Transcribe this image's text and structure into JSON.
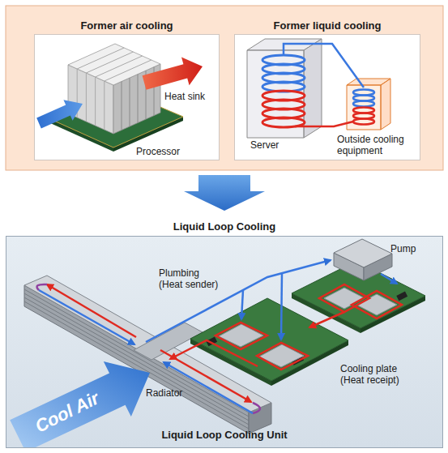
{
  "diagram": {
    "caption": "Liquid Loop Cooling Unit",
    "nodes": [
      {
        "text": [
          "Former air cooling"
        ]
      },
      {
        "text": [
          "Former liquid cooling"
        ]
      },
      {
        "text": [
          "Liquid Loop Cooling"
        ]
      }
    ],
    "labels": [
      "Heat sink",
      "Processor",
      "Server",
      "Outside cooling equipment",
      "Plumbing (Heat sender)",
      "Pump",
      "Cooling plate (Heat receipt)",
      "Radiator",
      "Cool Air"
    ]
  }
}
